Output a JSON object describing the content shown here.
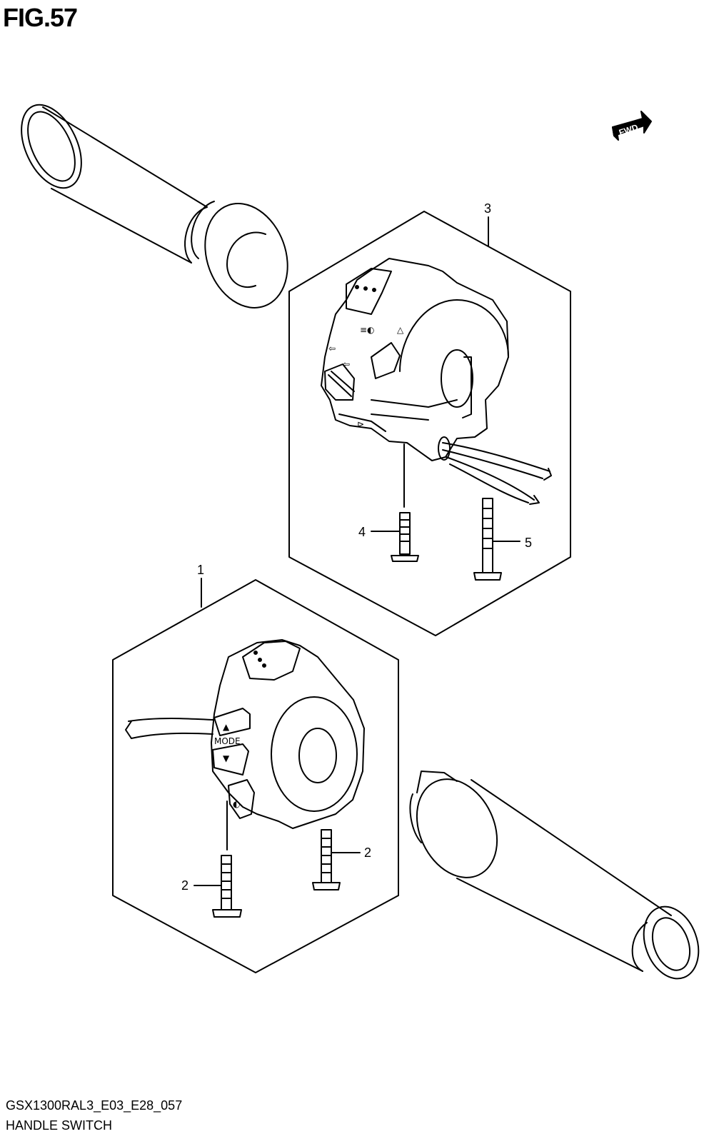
{
  "figure": {
    "title": "FIG.57",
    "code": "GSX1300RAL3_E03_E28_057",
    "name": "HANDLE SWITCH"
  },
  "fwd_label": "FWD",
  "switch_mode_label": "MODE",
  "callouts": [
    {
      "id": "1",
      "label": "1"
    },
    {
      "id": "2a",
      "label": "2"
    },
    {
      "id": "2b",
      "label": "2"
    },
    {
      "id": "3",
      "label": "3"
    },
    {
      "id": "4",
      "label": "4"
    },
    {
      "id": "5",
      "label": "5"
    }
  ],
  "colors": {
    "ink": "#000000",
    "paper": "#ffffff"
  }
}
